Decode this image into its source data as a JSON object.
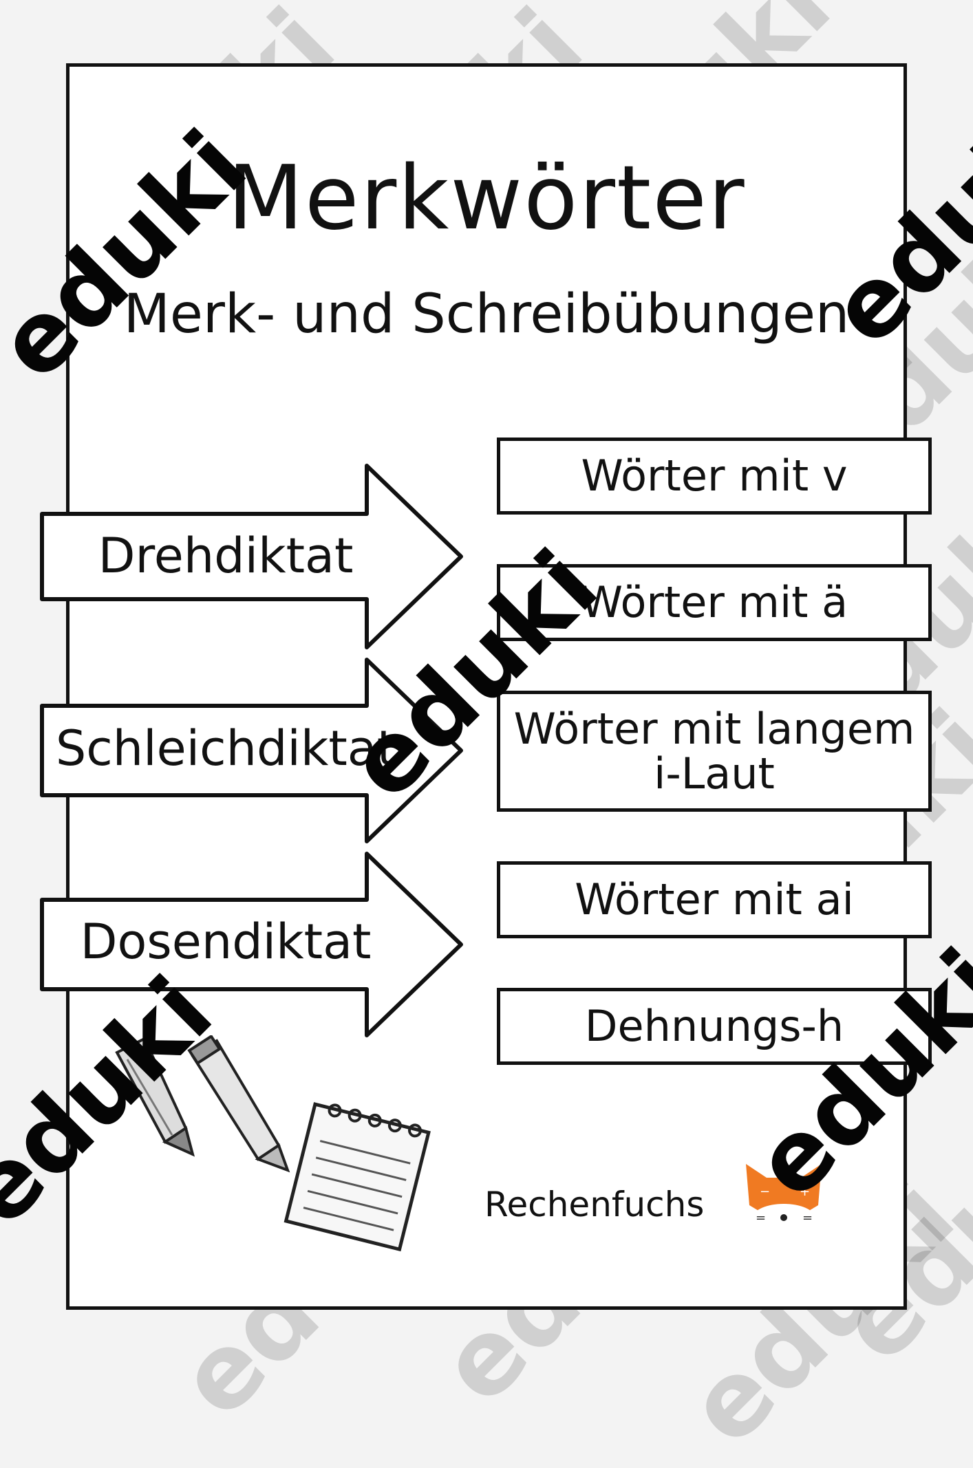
{
  "title": "Merkwörter",
  "subtitle": "Merk- und Schreibübungen",
  "methods": [
    {
      "label": "Drehdiktat"
    },
    {
      "label": "Schleichdiktat"
    },
    {
      "label": "Dosendiktat"
    }
  ],
  "topics": [
    {
      "label": "Wörter mit v"
    },
    {
      "label": "Wörter mit ä"
    },
    {
      "label": "Wörter mit langem\ni-Laut"
    },
    {
      "label": "Wörter mit ai"
    },
    {
      "label": "Dehnungs-h"
    }
  ],
  "brand": {
    "name": "Rechenfuchs"
  },
  "watermark": {
    "text": "eduki"
  },
  "colors": {
    "fox": "#f07a22",
    "ink": "#111111"
  }
}
